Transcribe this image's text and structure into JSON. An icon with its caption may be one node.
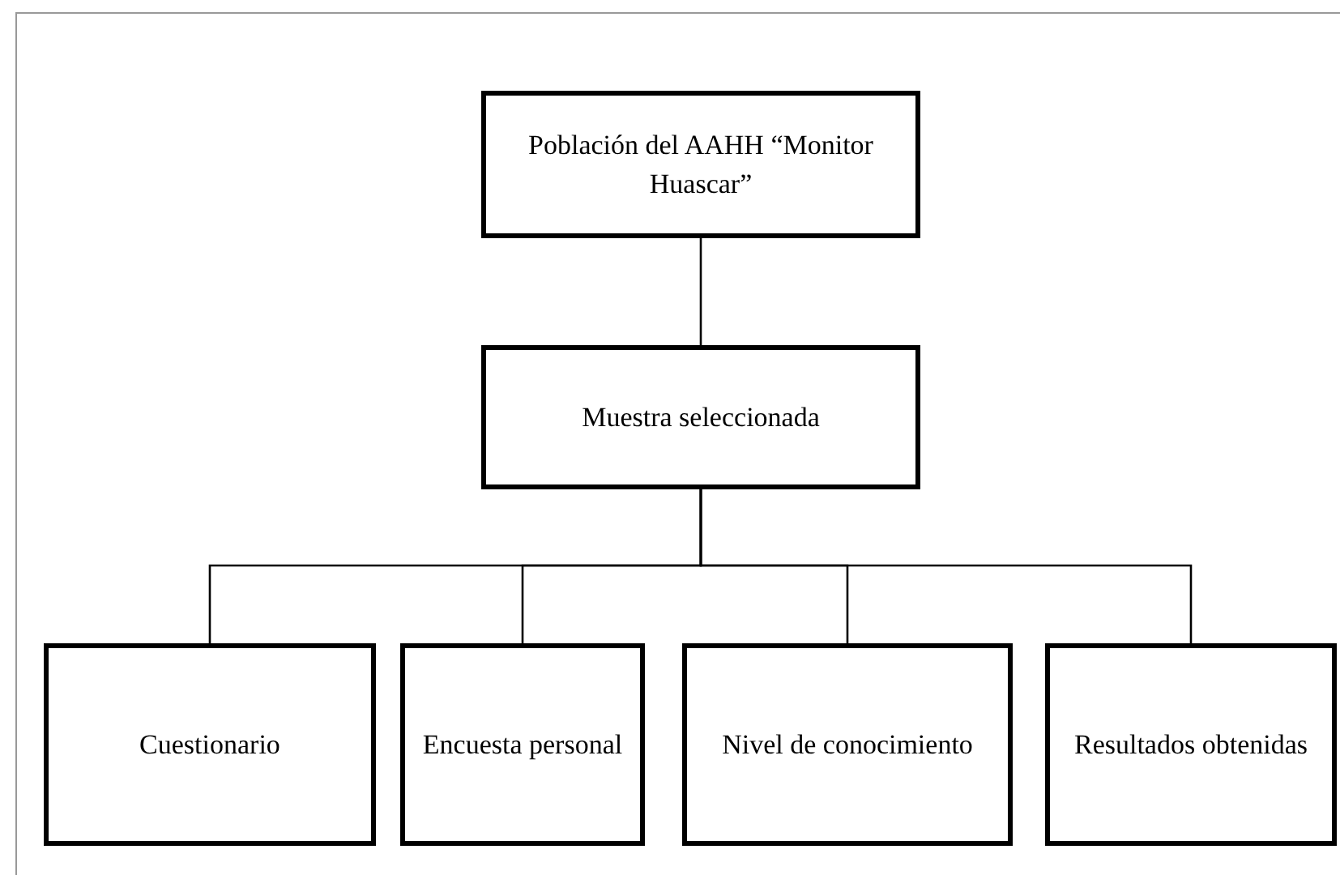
{
  "diagram": {
    "nodes": [
      {
        "text": [
          "Población del AAHH “Monitor Huascar”"
        ]
      },
      {
        "text": [
          "Muestra seleccionada"
        ]
      },
      {
        "text": [
          "Cuestionario"
        ]
      },
      {
        "text": [
          "Encuesta personal"
        ]
      },
      {
        "text": [
          "Nivel de conocimiento"
        ]
      },
      {
        "text": [
          "Resultados obtenidas"
        ]
      }
    ],
    "edges": [
      {
        "from": 0,
        "to": 1,
        "arrow": "none"
      },
      {
        "from": 1,
        "to": 2,
        "arrow": "none"
      },
      {
        "from": 1,
        "to": 3,
        "arrow": "none"
      },
      {
        "from": 1,
        "to": 4,
        "arrow": "none"
      },
      {
        "from": 1,
        "to": 5,
        "arrow": "none"
      }
    ]
  }
}
